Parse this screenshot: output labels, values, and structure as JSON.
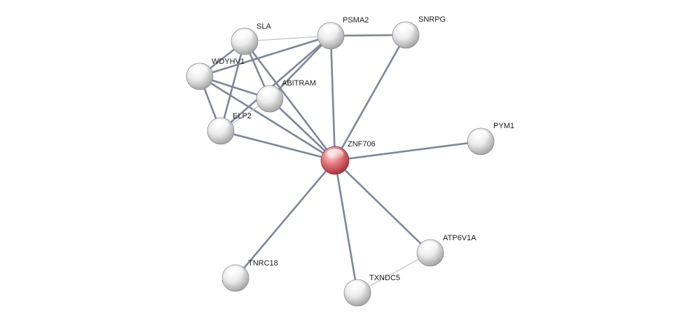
{
  "network": {
    "colors": {
      "query_node": "#e8787e",
      "neighbor_node": "#e6e6e6",
      "edge_strong": "#7e8699",
      "edge_weak": "#c6c8d0"
    },
    "nodes": [
      {
        "id": "ZNF706",
        "label": "ZNF706",
        "role": "query"
      },
      {
        "id": "SLA",
        "label": "SLA",
        "role": "neighbor"
      },
      {
        "id": "PSMA2",
        "label": "PSMA2",
        "role": "neighbor"
      },
      {
        "id": "SNRPG",
        "label": "SNRPG",
        "role": "neighbor"
      },
      {
        "id": "WDYHV1",
        "label": "WDYHV1",
        "role": "neighbor"
      },
      {
        "id": "ABITRAM",
        "label": "ABITRAM",
        "role": "neighbor"
      },
      {
        "id": "ELP2",
        "label": "ELP2",
        "role": "neighbor"
      },
      {
        "id": "PYM1",
        "label": "PYM1",
        "role": "neighbor"
      },
      {
        "id": "ATP6V1A",
        "label": "ATP6V1A",
        "role": "neighbor"
      },
      {
        "id": "TNRC18",
        "label": "TNRC18",
        "role": "neighbor"
      },
      {
        "id": "TXNDC5",
        "label": "TXNDC5",
        "role": "neighbor"
      }
    ],
    "edges": [
      {
        "source": "ZNF706",
        "target": "SLA",
        "strength": "strong"
      },
      {
        "source": "ZNF706",
        "target": "PSMA2",
        "strength": "strong"
      },
      {
        "source": "ZNF706",
        "target": "SNRPG",
        "strength": "strong"
      },
      {
        "source": "ZNF706",
        "target": "WDYHV1",
        "strength": "strong"
      },
      {
        "source": "ZNF706",
        "target": "ABITRAM",
        "strength": "strong"
      },
      {
        "source": "ZNF706",
        "target": "ELP2",
        "strength": "strong"
      },
      {
        "source": "ZNF706",
        "target": "PYM1",
        "strength": "strong"
      },
      {
        "source": "ZNF706",
        "target": "ATP6V1A",
        "strength": "strong"
      },
      {
        "source": "ZNF706",
        "target": "TNRC18",
        "strength": "strong"
      },
      {
        "source": "ZNF706",
        "target": "TXNDC5",
        "strength": "strong"
      },
      {
        "source": "SLA",
        "target": "PSMA2",
        "strength": "weak"
      },
      {
        "source": "SLA",
        "target": "WDYHV1",
        "strength": "strong"
      },
      {
        "source": "SLA",
        "target": "ABITRAM",
        "strength": "strong"
      },
      {
        "source": "SLA",
        "target": "ELP2",
        "strength": "strong"
      },
      {
        "source": "PSMA2",
        "target": "SNRPG",
        "strength": "strong"
      },
      {
        "source": "PSMA2",
        "target": "WDYHV1",
        "strength": "strong"
      },
      {
        "source": "PSMA2",
        "target": "ABITRAM",
        "strength": "strong"
      },
      {
        "source": "PSMA2",
        "target": "ELP2",
        "strength": "strong"
      },
      {
        "source": "WDYHV1",
        "target": "ABITRAM",
        "strength": "strong"
      },
      {
        "source": "WDYHV1",
        "target": "ELP2",
        "strength": "strong"
      },
      {
        "source": "ABITRAM",
        "target": "ELP2",
        "strength": "weak"
      },
      {
        "source": "ATP6V1A",
        "target": "TXNDC5",
        "strength": "weak"
      }
    ]
  }
}
